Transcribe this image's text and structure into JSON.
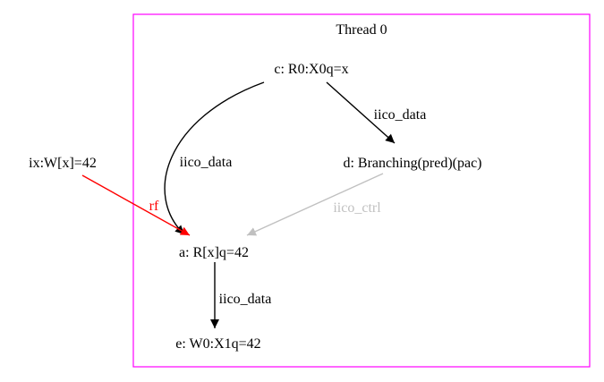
{
  "diagram": {
    "cluster_label": "Thread 0",
    "nodes": {
      "c": "c: R0:X0q=x",
      "d": "d: Branching(pred)(pac)",
      "ix": "ix:W[x]=42",
      "a": "a: R[x]q=42",
      "e": "e: W0:X1q=42"
    },
    "edges": {
      "c_d": "iico_data",
      "c_a": "iico_data",
      "ix_a": "rf",
      "d_a": "iico_ctrl",
      "a_e": "iico_data"
    }
  },
  "colors": {
    "cluster_border": "#ff00ff",
    "default_edge": "#000000",
    "rf_edge": "#ff0000",
    "ctrl_edge": "#c0c0c0",
    "text": "#000000"
  }
}
